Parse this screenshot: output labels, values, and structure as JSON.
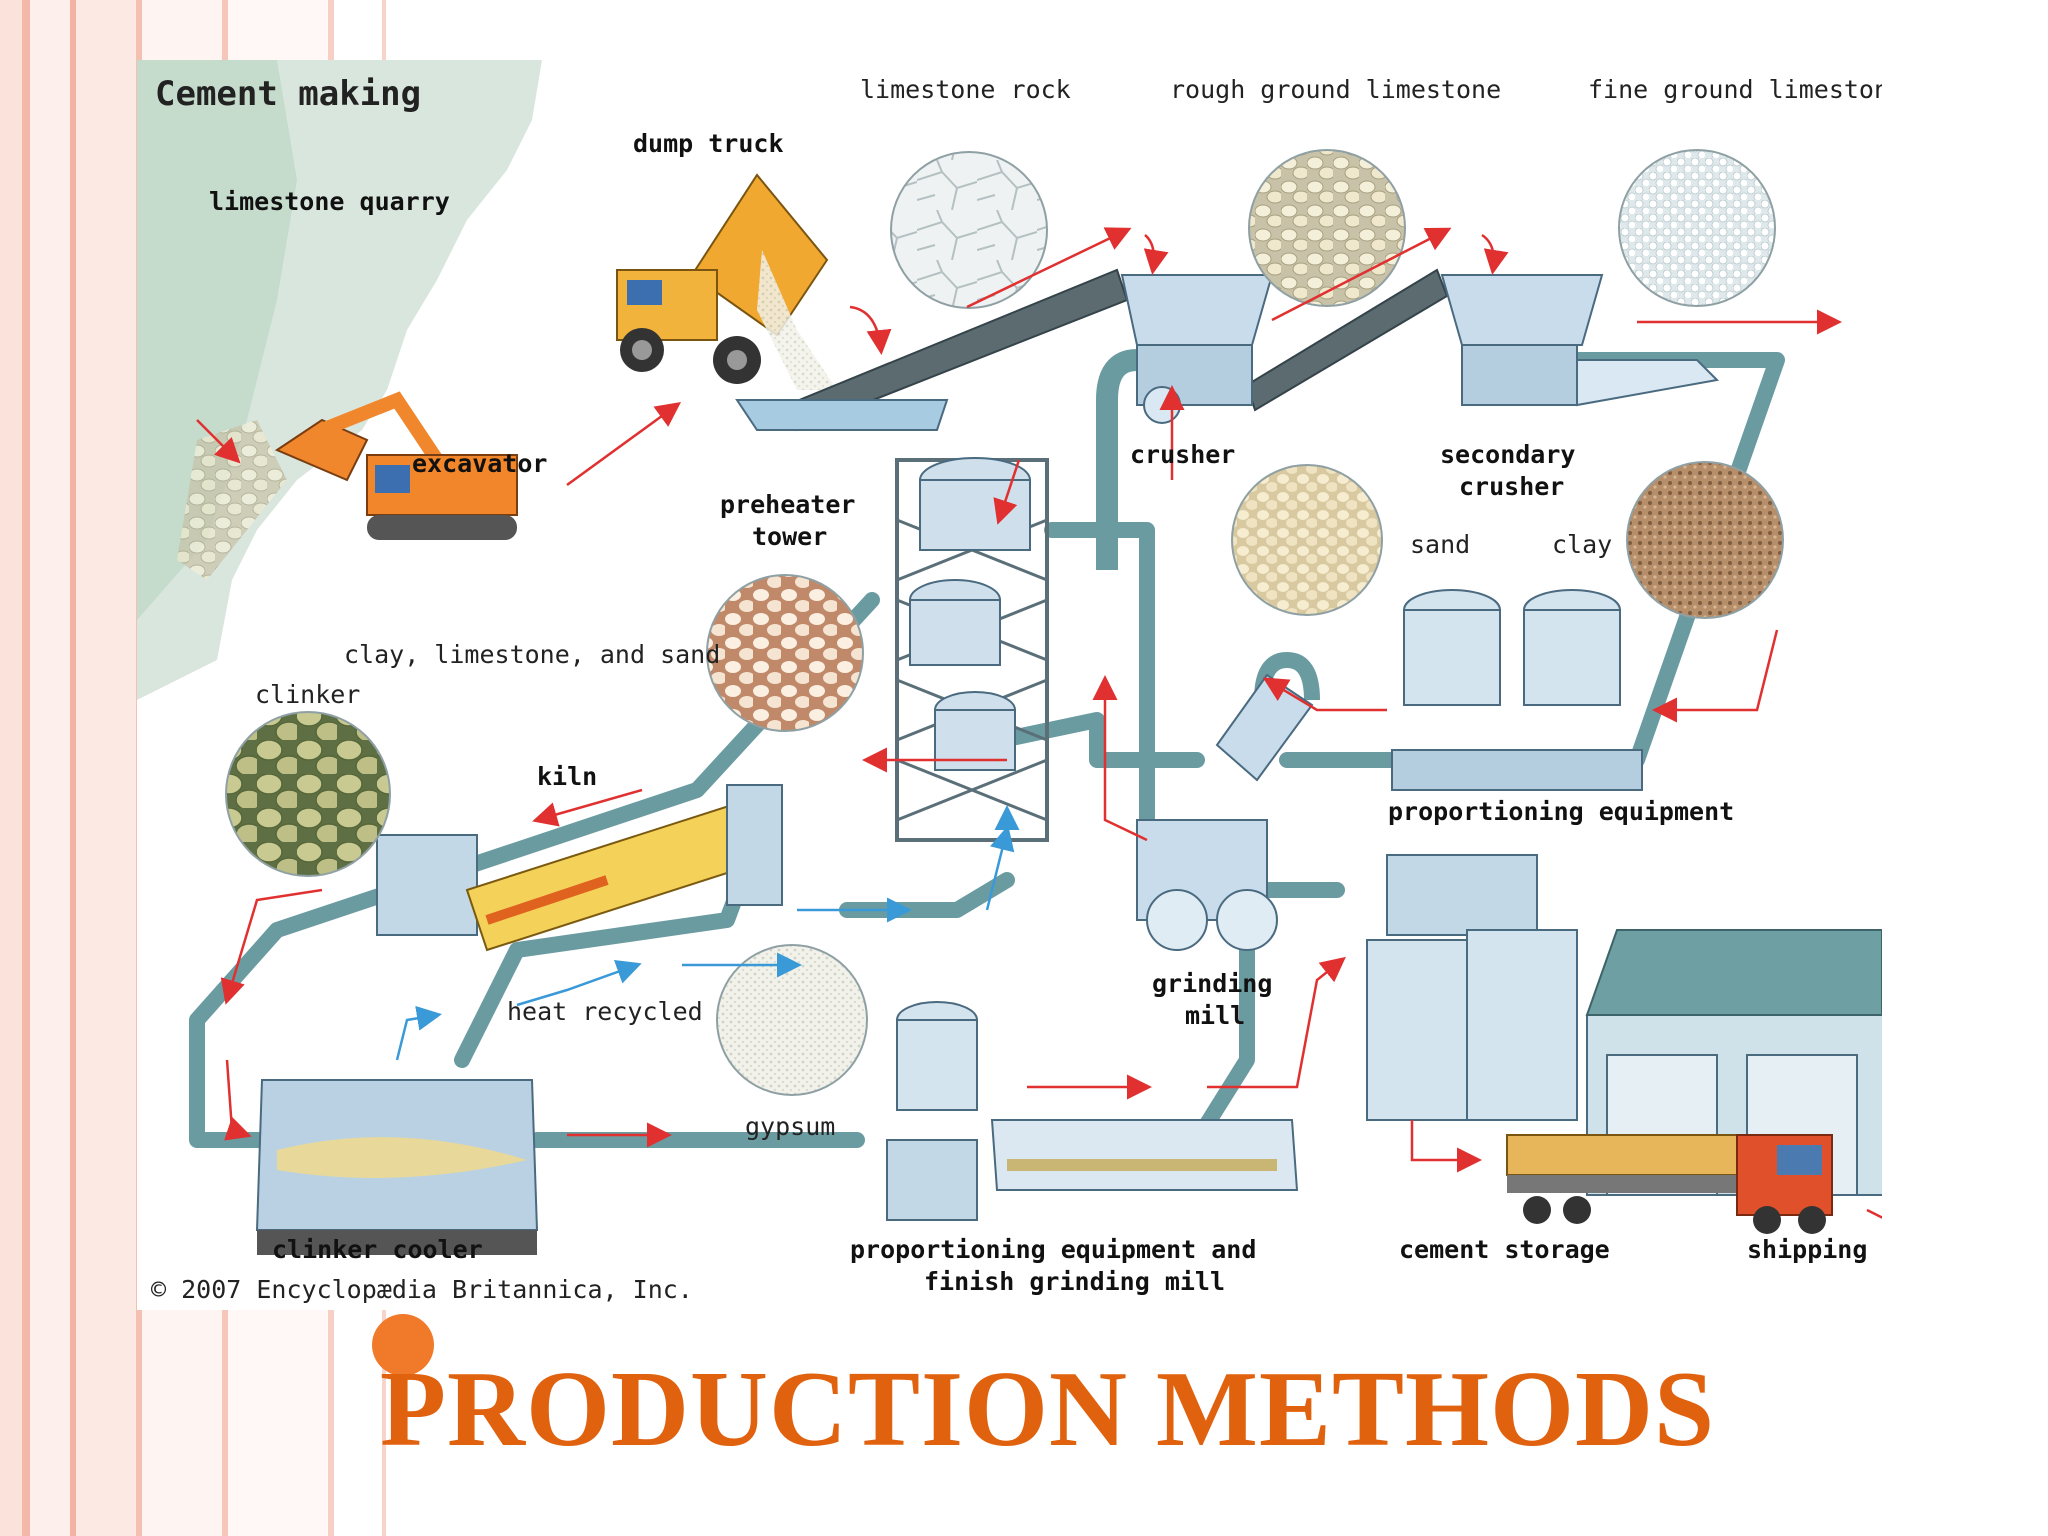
{
  "slide": {
    "title": "PRODUCTION METHODS",
    "accent_color": "#e0620f",
    "stripe_color": "#f6c8bd"
  },
  "diagram": {
    "title": "Cement making",
    "copyright": "© 2007 Encyclopædia Britannica, Inc.",
    "labels": {
      "limestone_quarry": "limestone quarry",
      "dump_truck": "dump truck",
      "limestone_rock": "limestone rock",
      "rough_ground_limestone": "rough ground limestone",
      "fine_ground_limestone": "fine ground limestone",
      "excavator": "excavator",
      "crusher": "crusher",
      "secondary_crusher_1": "secondary",
      "secondary_crusher_2": "crusher",
      "preheater_tower_1": "preheater",
      "preheater_tower_2": "tower",
      "sand": "sand",
      "clay": "clay",
      "clay_limestone_sand": "clay, limestone, and sand",
      "clinker": "clinker",
      "kiln": "kiln",
      "proportioning_equipment": "proportioning equipment",
      "heat_recycled": "heat recycled",
      "grinding_mill_1": "grinding",
      "grinding_mill_2": "mill",
      "gypsum": "gypsum",
      "clinker_cooler": "clinker cooler",
      "finish_mill_1": "proportioning equipment and",
      "finish_mill_2": "finish grinding mill",
      "cement_storage": "cement storage",
      "shipping": "shipping"
    }
  }
}
